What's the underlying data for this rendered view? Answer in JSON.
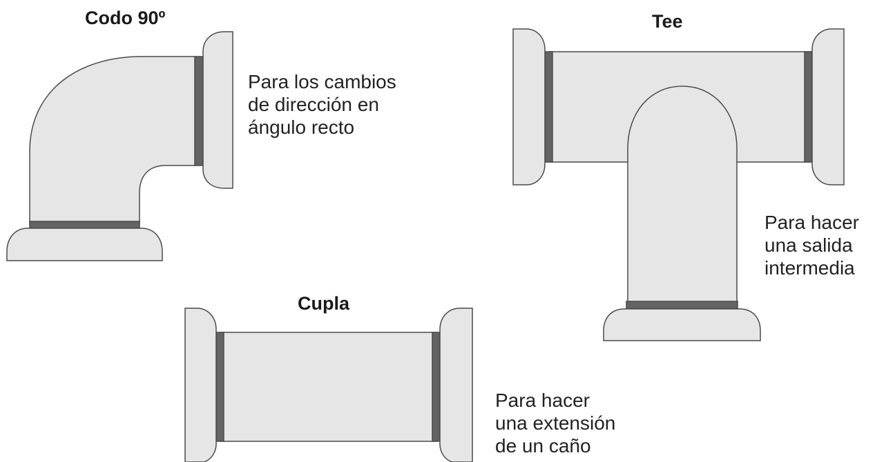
{
  "colors": {
    "fill": "#e6e6e7",
    "stroke": "#4a4a4a",
    "band": "#636363",
    "text": "#222222"
  },
  "fittings": {
    "codo": {
      "title": "Codo 90º",
      "lines": [
        "Para los cambios",
        "de dirección en",
        "ángulo recto"
      ]
    },
    "tee": {
      "title": "Tee",
      "lines": [
        "Para hacer",
        "una salida",
        "intermedia"
      ]
    },
    "cupla": {
      "title": "Cupla",
      "lines": [
        "Para hacer",
        "una extensión",
        "de un caño"
      ]
    }
  }
}
